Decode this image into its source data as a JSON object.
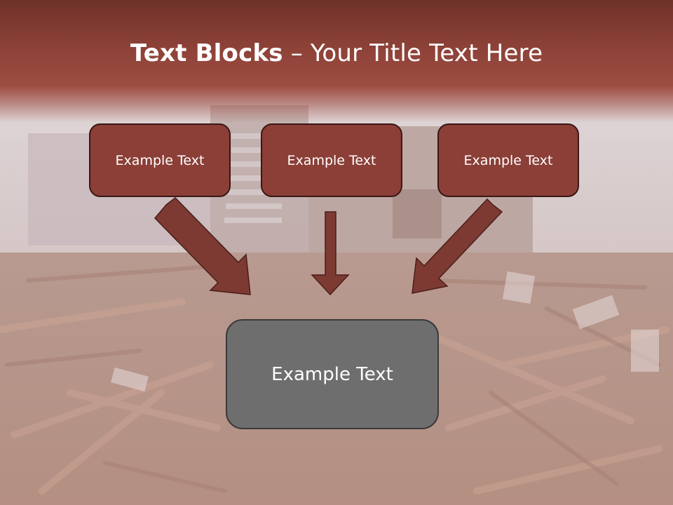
{
  "slide": {
    "title_bold": "Text Blocks",
    "title_rest": " – Your Title Text Here",
    "blocks": [
      {
        "label": "Example Text"
      },
      {
        "label": "Example Text"
      },
      {
        "label": "Example Text"
      }
    ],
    "main_block": {
      "label": "Example Text"
    }
  },
  "colors": {
    "title_band": "#8e4238",
    "small_block_fill": "#8b3f37",
    "small_block_border": "#3a1714",
    "main_block_fill": "#6e6e6e",
    "arrow_fill": "#7c3a32"
  }
}
